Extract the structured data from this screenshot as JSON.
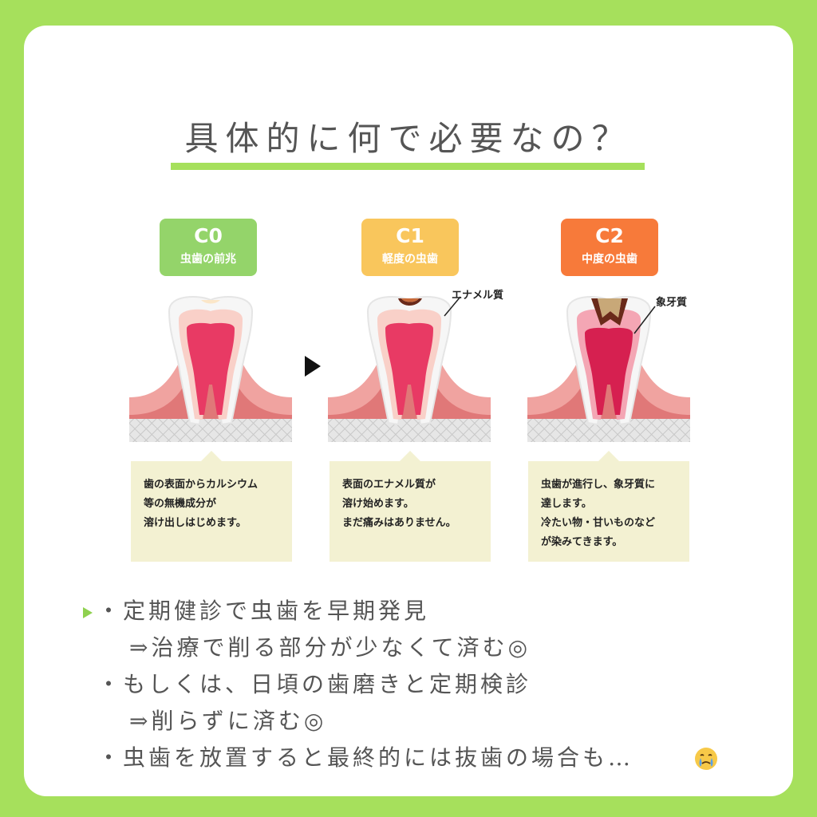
{
  "heading": "具体的に何で必要なの？",
  "stages": [
    {
      "code": "C0",
      "name": "虫歯の前兆",
      "color": "#94d46a",
      "callout": "",
      "lines": [
        "歯の表面からカルシウム",
        "等の無機成分が",
        "溶け出しはじめます。"
      ]
    },
    {
      "code": "C1",
      "name": "軽度の虫歯",
      "color": "#f9c65c",
      "callout": "エナメル質",
      "lines": [
        "表面のエナメル質が",
        "溶け始めます。",
        "まだ痛みはありません。"
      ]
    },
    {
      "code": "C2",
      "name": "中度の虫歯",
      "color": "#f77a3a",
      "callout": "象牙質",
      "lines": [
        "虫歯が進行し、象牙質に",
        "達します。",
        "冷たい物・甘いものなど",
        "が染みてきます。"
      ]
    }
  ],
  "bullets": [
    "・定期健診で虫歯を早期発見",
    "⇒治療で削る部分が少なくて済む◎",
    "・もしくは、日頃の歯磨きと定期検診",
    "⇒削らずに済む◎",
    "・虫歯を放置すると最終的には抜歯の場合も…"
  ],
  "icons": {
    "arrow": "play-arrow-icon",
    "marker": "bullet-arrow-icon",
    "emoji": "crying-face-icon"
  }
}
